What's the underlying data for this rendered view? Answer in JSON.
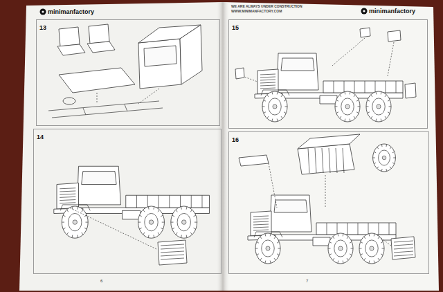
{
  "diagram": {
    "nodes": [
      {
        "text": [
          "13"
        ]
      },
      {
        "text": [
          "14"
        ]
      },
      {
        "text": [
          "15"
        ]
      },
      {
        "text": [
          "16"
        ]
      }
    ],
    "labels": [
      "minimanfactory",
      "WE ARE ALWAYS UNDER CONSTRUCTION",
      "WWW.MINIMANFACTORY.COM",
      "minimanfactory",
      "6",
      "7"
    ]
  }
}
